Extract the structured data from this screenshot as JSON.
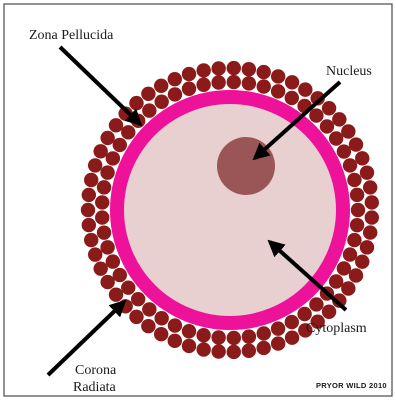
{
  "labels": {
    "zona_pellucida": "Zona Pellucida",
    "nucleus": "Nucleus",
    "cytoplasm": "Cytoplasm",
    "corona_radiata_line1": "Corona",
    "corona_radiata_line2": "Radiata"
  },
  "credit": "Pryor Wild 2010",
  "colors": {
    "frame": "#4a4a4a",
    "corona_cells": "#8b1a1a",
    "zona_pellucida": "#ee1199",
    "cytoplasm": "#e8cfd0",
    "nucleus": "#9a5656",
    "arrows": "#000000"
  }
}
